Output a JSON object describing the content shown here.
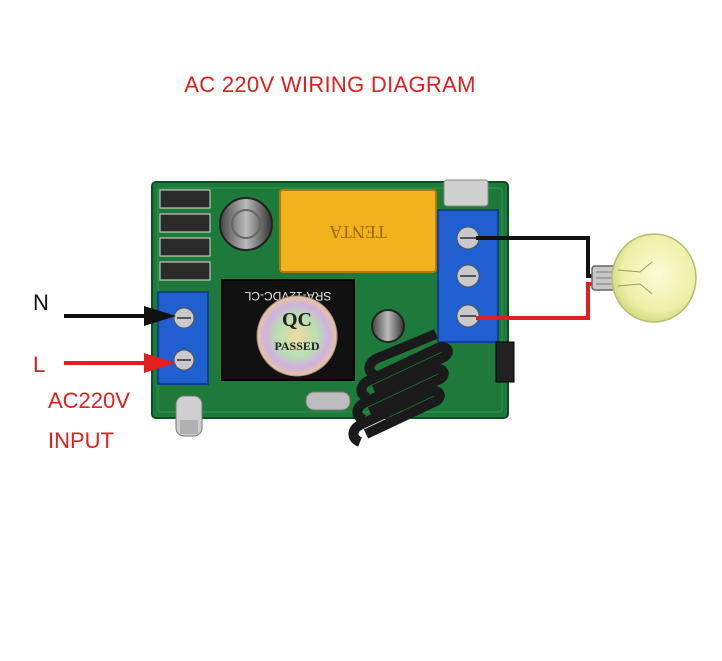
{
  "title": "AC 220V WIRING DIAGRAM",
  "labels": {
    "neutral": "N",
    "live": "L",
    "voltage": "AC220V",
    "input": "INPUT"
  },
  "board": {
    "relay_marking": "SRA-12VDC-CL",
    "capacitor_brand": "TENTA",
    "qc_sticker_top": "QC",
    "qc_sticker_bottom": "PASSED"
  },
  "colors": {
    "title": "#e0201e",
    "neutral_wire": "#111111",
    "live_wire": "#e0201e",
    "pcb": "#1f7a3a",
    "terminal": "#1f5fd0"
  },
  "icons": [
    "light-bulb-icon",
    "antenna-coil-icon",
    "terminal-screw-icon"
  ]
}
